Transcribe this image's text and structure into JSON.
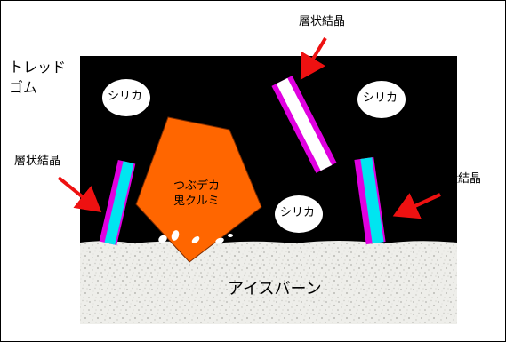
{
  "labels": {
    "tread_rubber_line1": "トレッド",
    "tread_rubber_line2": "ゴム",
    "silica": "シリカ",
    "layered_crystal": "層状結晶",
    "walnut_line1": "つぶデカ",
    "walnut_line2": "鬼クルミ",
    "ice_burn": "アイスバーン"
  },
  "colors": {
    "rubber": "#000000",
    "walnut": "#ff6600",
    "crystal_magenta": "#e000e0",
    "crystal_cyan": "#00e5f0",
    "arrow": "#ee1111",
    "ice": "#eeeeea"
  }
}
